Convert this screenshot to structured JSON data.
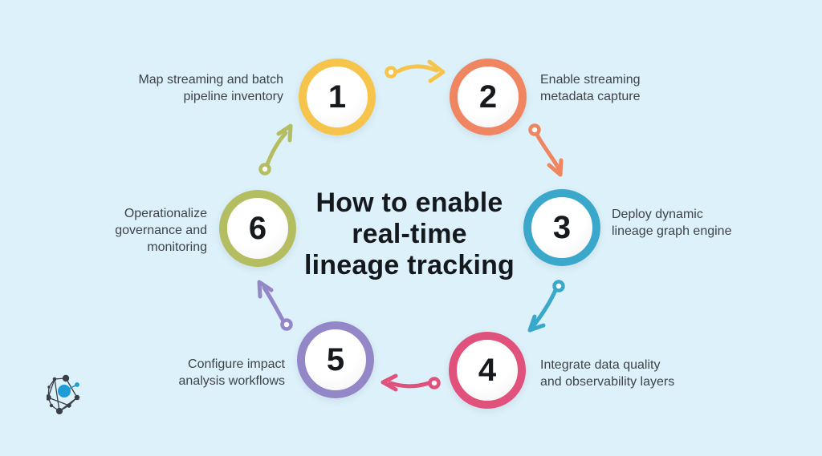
{
  "page": {
    "background": "#ddf1fa",
    "text_color": "#3e4347"
  },
  "title": {
    "lines": [
      "How to enable",
      "real-time",
      "lineage tracking"
    ],
    "color": "#15191e"
  },
  "steps": [
    {
      "number": "1",
      "color": "#f6c44b",
      "label_lines": [
        "Map streaming and batch",
        "pipeline inventory"
      ]
    },
    {
      "number": "2",
      "color": "#ef8661",
      "label_lines": [
        "Enable streaming",
        "metadata capture"
      ]
    },
    {
      "number": "3",
      "color": "#3aa8ca",
      "label_lines": [
        "Deploy dynamic",
        "lineage graph engine"
      ]
    },
    {
      "number": "4",
      "color": "#e0527c",
      "label_lines": [
        "Integrate data quality",
        "and observability layers"
      ]
    },
    {
      "number": "5",
      "color": "#9387c8",
      "label_lines": [
        "Configure impact",
        "analysis workflows"
      ]
    },
    {
      "number": "6",
      "color": "#b5bd61",
      "label_lines": [
        "Operationalize",
        "governance and",
        "monitoring"
      ]
    }
  ],
  "arrows": [
    {
      "from": "1",
      "to": "2",
      "color": "#f6c44b"
    },
    {
      "from": "2",
      "to": "3",
      "color": "#ef8661"
    },
    {
      "from": "3",
      "to": "4",
      "color": "#3aa8ca"
    },
    {
      "from": "4",
      "to": "5",
      "color": "#e0527c"
    },
    {
      "from": "5",
      "to": "6",
      "color": "#9387c8"
    },
    {
      "from": "6",
      "to": "1",
      "color": "#b5bd61"
    }
  ],
  "logo": {
    "node_color": "#3a4046",
    "accent_color": "#1e9cd7"
  }
}
